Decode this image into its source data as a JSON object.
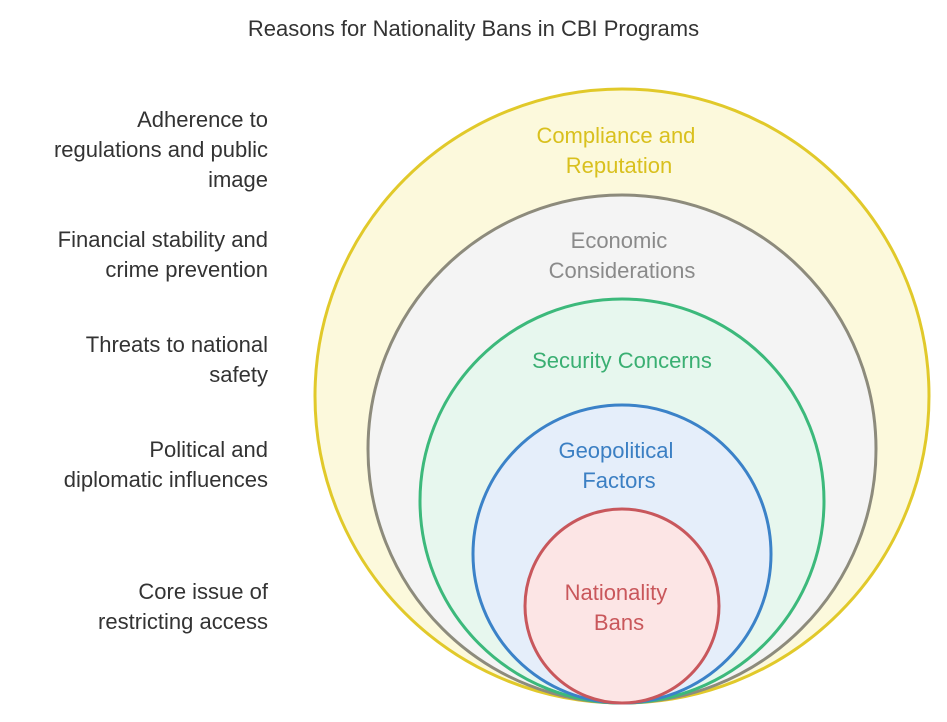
{
  "title": "Reasons for Nationality Bans in CBI Programs",
  "levels": [
    {
      "label": [
        "Compliance and",
        "Reputation"
      ],
      "description": [
        "Adherence to",
        "regulations and public",
        "image"
      ],
      "stroke": "#e1c92a",
      "fill": "#fcf9dc",
      "text_color": "#d9c01e"
    },
    {
      "label": [
        "Economic",
        "Considerations"
      ],
      "description": [
        "Financial stability and",
        "crime prevention"
      ],
      "stroke": "#8d8b7c",
      "fill": "#f4f4f4",
      "text_color": "#8a8a8a"
    },
    {
      "label": [
        "Security Concerns"
      ],
      "description": [
        "Threats to national",
        "safety"
      ],
      "stroke": "#3cb97b",
      "fill": "#e7f7ee",
      "text_color": "#3aaf72"
    },
    {
      "label": [
        "Geopolitical",
        "Factors"
      ],
      "description": [
        "Political and",
        "diplomatic influences"
      ],
      "stroke": "#3b82c8",
      "fill": "#e5eefa",
      "text_color": "#3b7fc3"
    },
    {
      "label": [
        "Nationality",
        "Bans"
      ],
      "description": [
        "Core issue of",
        "restricting access"
      ],
      "stroke": "#c8575c",
      "fill": "#fce5e5",
      "text_color": "#c9575b"
    }
  ]
}
